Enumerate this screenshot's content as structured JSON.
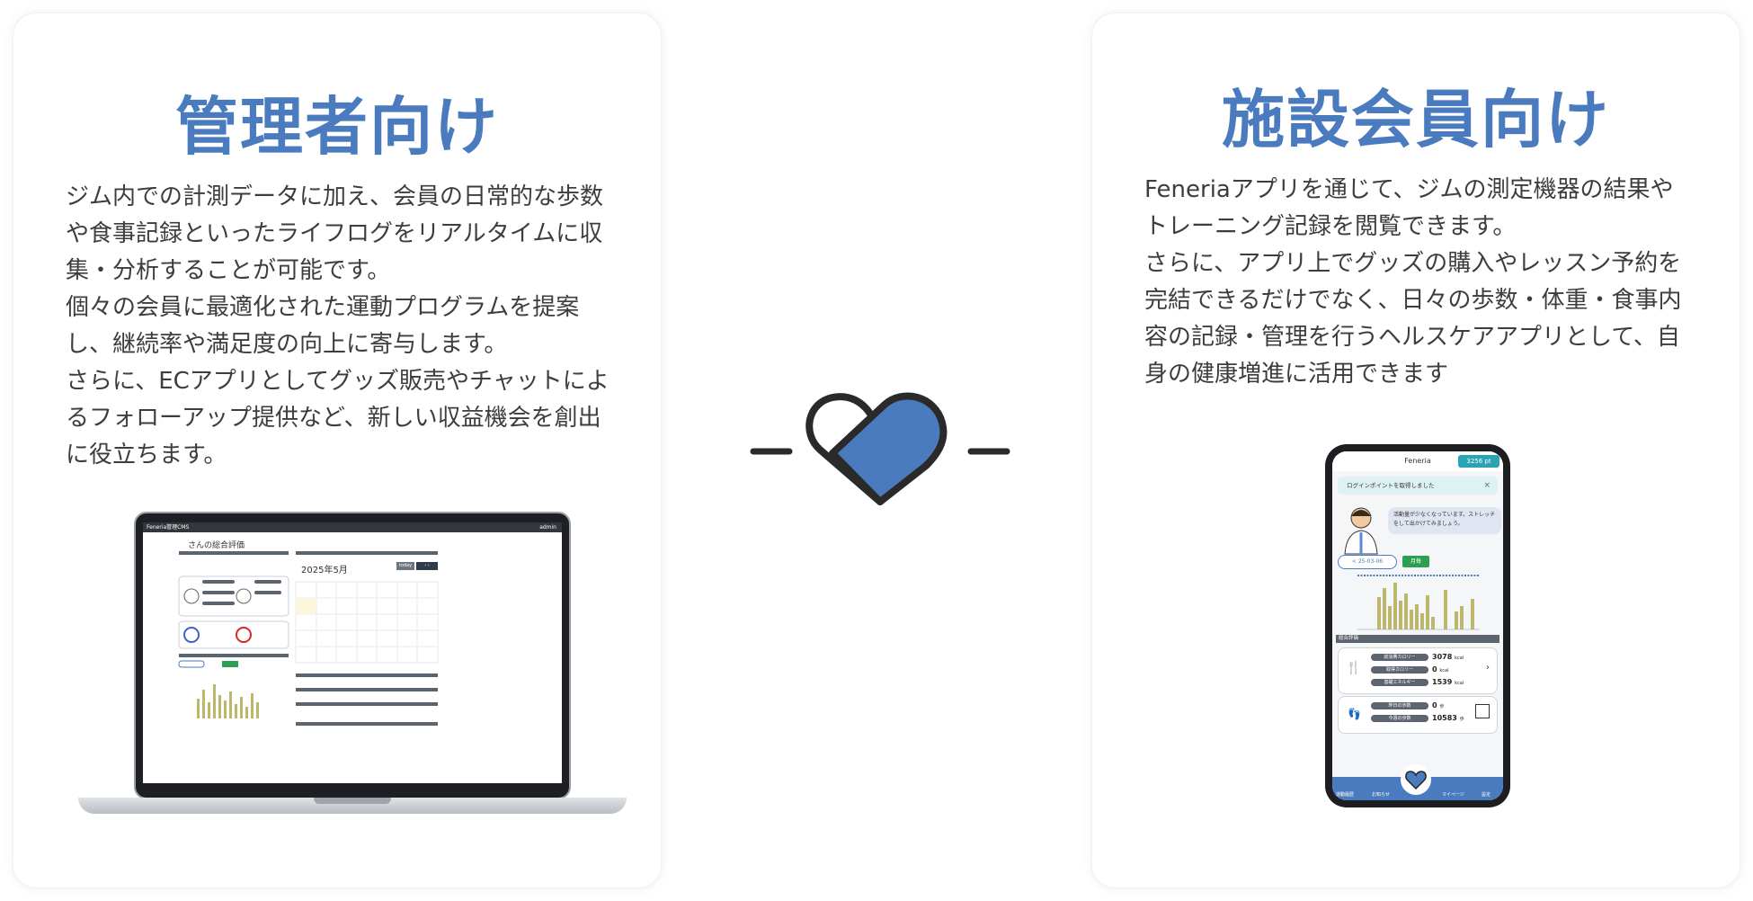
{
  "admin": {
    "title": "管理者向け",
    "paragraphs": [
      "ジム内での計測データに加え、会員の日常的な歩数や食事記録といったライフログをリアルタイムに収集・分析することが可能です。",
      "個々の会員に最適化された運動プログラムを提案し、継続率や満足度の向上に寄与します。",
      "さらに、ECアプリとしてグッズ販売やチャットによるフォローアップ提供など、新しい収益機会を創出に役立ちます。"
    ]
  },
  "member": {
    "title": "施設会員向け",
    "paragraphs": [
      "Feneriaアプリを通じて、ジムの測定機器の結果やトレーニング記録を閲覧できます。",
      "さらに、アプリ上でグッズの購入やレッスン予約を完結できるだけでなく、日々の歩数・体重・食事内容の記録・管理を行うヘルスケアアプリとして、自身の健康増進に活用できます"
    ]
  },
  "colors": {
    "accent": "#4a7bbf",
    "text": "#3d3d3d",
    "dark": "#222222"
  },
  "icons": {
    "center": "heart-logo-icon"
  },
  "laptop": {
    "brand": "Feneria管理CMS",
    "user": "admin",
    "page_title": "さんの総合評価",
    "calendar_month": "2025年5月",
    "today_label": "today"
  },
  "phone": {
    "app_name": "Feneria",
    "points": "3256 pt",
    "toast": "ログインポイントを取得しました",
    "bubble": "活動量が少なくなっています。ストレッチをして出かけてみましょう。",
    "date_button": "< 25-03-06",
    "month_button": "月毎",
    "section": "総合評価",
    "rows1": [
      {
        "label": "総消費カロリー",
        "value": "3078",
        "unit": "kcal"
      },
      {
        "label": "取得カロリー",
        "value": "0",
        "unit": "kcal"
      },
      {
        "label": "基礎エネルギー",
        "value": "1539",
        "unit": "kcal"
      }
    ],
    "rows2": [
      {
        "label": "昨日の歩数",
        "value": "0",
        "unit": "歩"
      },
      {
        "label": "今週の歩数",
        "value": "10583",
        "unit": "歩"
      }
    ],
    "nav": [
      "運動履歴",
      "お知らせ",
      "マイページ",
      "設定"
    ]
  }
}
